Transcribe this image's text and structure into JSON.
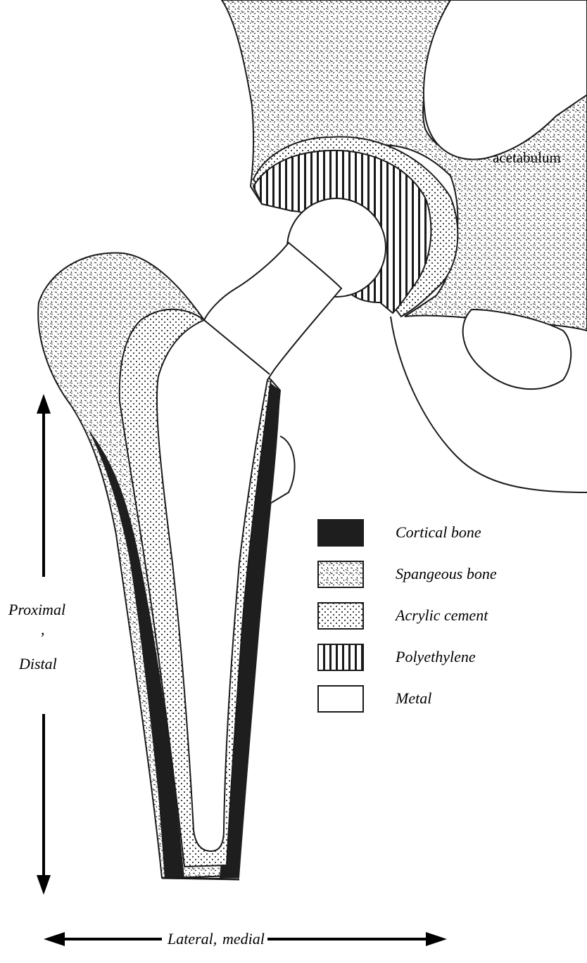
{
  "labels": {
    "acetabulum": "acetabulum",
    "proximal": "Proximal",
    "comma": ",",
    "distal": "Distal",
    "lateral": "Lateral,",
    "medial": "medial"
  },
  "legend": [
    {
      "pattern": "cortical",
      "label": "Cortical bone"
    },
    {
      "pattern": "spongy",
      "label": "Spangeous bone"
    },
    {
      "pattern": "cement",
      "label": "Acrylic cement"
    },
    {
      "pattern": "poly",
      "label": "Polyethylene"
    },
    {
      "pattern": "metal",
      "label": "Metal"
    }
  ],
  "colors": {
    "ink": "#1a1a1a",
    "paper": "#ffffff",
    "cortical": "#1e1e1e"
  }
}
